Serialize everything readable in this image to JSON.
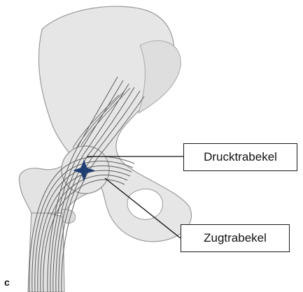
{
  "panel_letter": "c",
  "labels": {
    "compression": "Drucktrabekel",
    "tension": "Zugtrabekel"
  },
  "colors": {
    "bone_fill": "#e6e6e6",
    "bone_stroke": "#9a9a9a",
    "trabecula": "#5c5c5c",
    "marker": "#1f3f73",
    "leader_line": "#111111"
  },
  "icons": {
    "center_marker": "four-point-star-icon"
  }
}
